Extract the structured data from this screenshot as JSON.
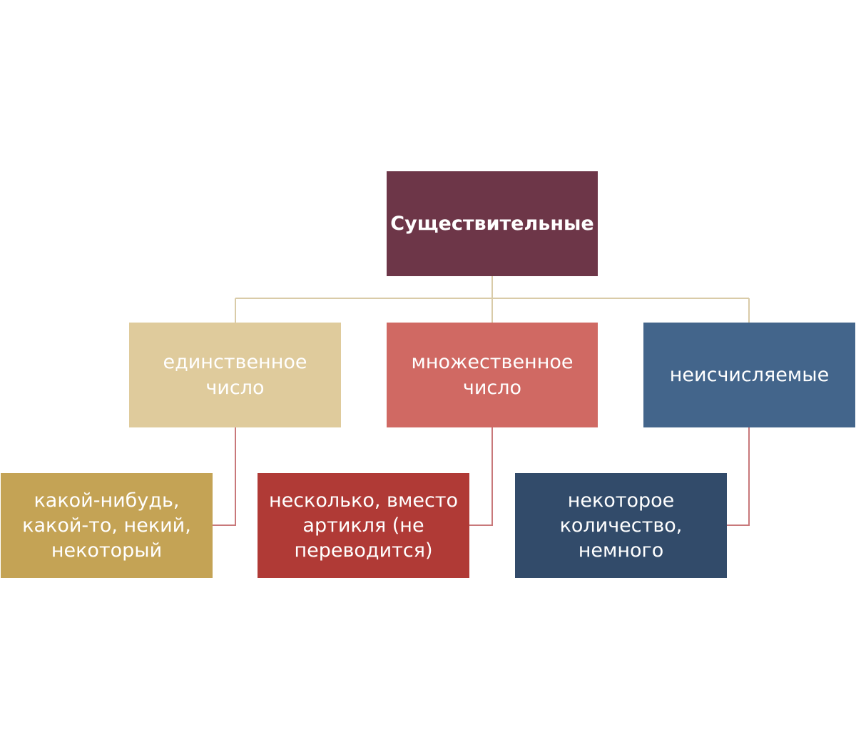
{
  "root": {
    "label": "Существительные"
  },
  "categories": [
    {
      "label": "единственное\nчисло",
      "example": "какой-нибудь,\nкакой-то, некий,\nнекоторый"
    },
    {
      "label": "множественное\nчисло",
      "example": "несколько, вместо\nартикля (не\nпереводится)"
    },
    {
      "label": "неисчисляемые",
      "example": "некоторое\nколичество,\nнемного"
    }
  ],
  "colors": {
    "root": "#6d3648",
    "category_1": "#dfcb9c",
    "category_2": "#d06963",
    "category_3": "#43658b",
    "example_1": "#c4a355",
    "example_2": "#b03a36",
    "example_3": "#324b6a",
    "connector_top": "#d9cba8",
    "connector_bottom": "#c8787a"
  }
}
